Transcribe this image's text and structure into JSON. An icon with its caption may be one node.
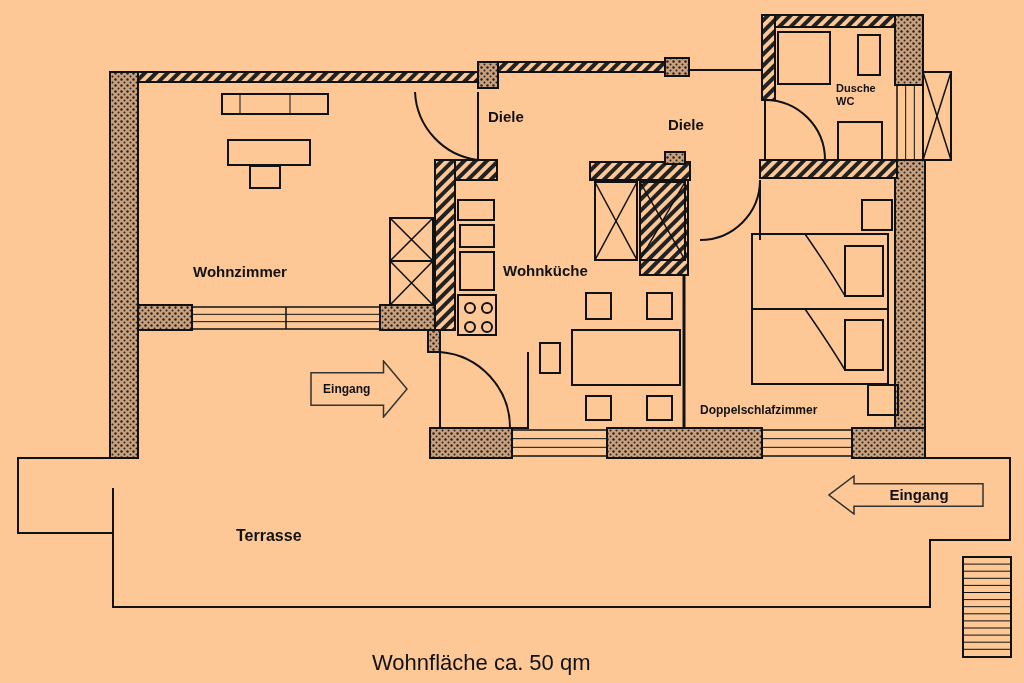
{
  "diagram": {
    "caption": "Wohnfläche ca. 50 qm",
    "nodes": [
      {
        "text": [
          "Eingang"
        ]
      },
      {
        "text": [
          "Eingang"
        ]
      }
    ],
    "labels": [
      "Diele",
      "Diele",
      "Dusche WC",
      "Wohnzimmer",
      "Wohnküche",
      "Doppelschlafzimmer",
      "Terrasse"
    ]
  }
}
